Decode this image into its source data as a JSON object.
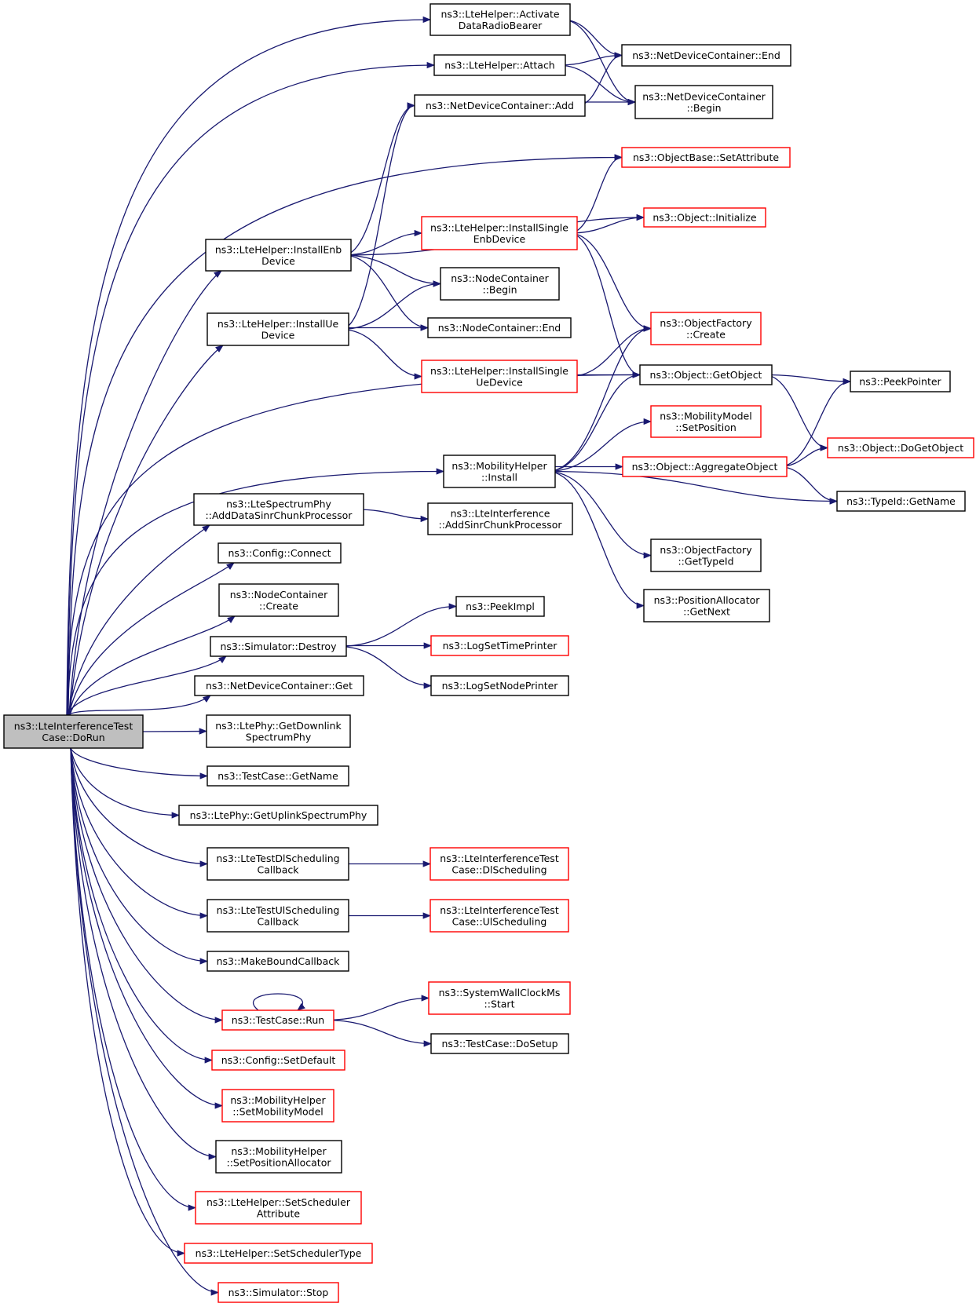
{
  "graph": {
    "edge_color": "#191970",
    "node_border_default": "#000000",
    "node_border_truncated": "#ff0000",
    "root_fill": "#bfbfbf",
    "nodes": [
      {
        "id": "root",
        "lines": [
          "ns3::LteInterferenceTest",
          "Case::DoRun"
        ],
        "style": "root"
      },
      {
        "id": "activate",
        "lines": [
          "ns3::LteHelper::Activate",
          "DataRadioBearer"
        ],
        "style": "black"
      },
      {
        "id": "attach",
        "lines": [
          "ns3::LteHelper::Attach"
        ],
        "style": "black"
      },
      {
        "id": "ndc_add",
        "lines": [
          "ns3::NetDeviceContainer::Add"
        ],
        "style": "black"
      },
      {
        "id": "ndc_end",
        "lines": [
          "ns3::NetDeviceContainer::End"
        ],
        "style": "black"
      },
      {
        "id": "ndc_begin",
        "lines": [
          "ns3::NetDeviceContainer",
          "::Begin"
        ],
        "style": "black"
      },
      {
        "id": "setattr",
        "lines": [
          "ns3::ObjectBase::SetAttribute"
        ],
        "style": "red"
      },
      {
        "id": "obj_init",
        "lines": [
          "ns3::Object::Initialize"
        ],
        "style": "red"
      },
      {
        "id": "install_enb",
        "lines": [
          "ns3::LteHelper::InstallEnb",
          "Device"
        ],
        "style": "black"
      },
      {
        "id": "install_single_enb",
        "lines": [
          "ns3::LteHelper::InstallSingle",
          "EnbDevice"
        ],
        "style": "red"
      },
      {
        "id": "nc_begin",
        "lines": [
          "ns3::NodeContainer",
          "::Begin"
        ],
        "style": "black"
      },
      {
        "id": "install_ue",
        "lines": [
          "ns3::LteHelper::InstallUe",
          "Device"
        ],
        "style": "black"
      },
      {
        "id": "nc_end",
        "lines": [
          "ns3::NodeContainer::End"
        ],
        "style": "black"
      },
      {
        "id": "objfactory_create",
        "lines": [
          "ns3::ObjectFactory",
          "::Create"
        ],
        "style": "red"
      },
      {
        "id": "install_single_ue",
        "lines": [
          "ns3::LteHelper::InstallSingle",
          "UeDevice"
        ],
        "style": "red"
      },
      {
        "id": "getobject",
        "lines": [
          "ns3::Object::GetObject"
        ],
        "style": "black"
      },
      {
        "id": "peekpointer",
        "lines": [
          "ns3::PeekPointer"
        ],
        "style": "black"
      },
      {
        "id": "setposition",
        "lines": [
          "ns3::MobilityModel",
          "::SetPosition"
        ],
        "style": "red"
      },
      {
        "id": "dogetobject",
        "lines": [
          "ns3::Object::DoGetObject"
        ],
        "style": "red"
      },
      {
        "id": "mob_install",
        "lines": [
          "ns3::MobilityHelper",
          "::Install"
        ],
        "style": "black"
      },
      {
        "id": "aggregate",
        "lines": [
          "ns3::Object::AggregateObject"
        ],
        "style": "red"
      },
      {
        "id": "typeid_getname",
        "lines": [
          "ns3::TypeId::GetName"
        ],
        "style": "black"
      },
      {
        "id": "adddatasinr",
        "lines": [
          "ns3::LteSpectrumPhy",
          "::AddDataSinrChunkProcessor"
        ],
        "style": "black"
      },
      {
        "id": "addsinr",
        "lines": [
          "ns3::LteInterference",
          "::AddSinrChunkProcessor"
        ],
        "style": "black"
      },
      {
        "id": "of_gettypeid",
        "lines": [
          "ns3::ObjectFactory",
          "::GetTypeId"
        ],
        "style": "black"
      },
      {
        "id": "config_connect",
        "lines": [
          "ns3::Config::Connect"
        ],
        "style": "black"
      },
      {
        "id": "pa_getnext",
        "lines": [
          "ns3::PositionAllocator",
          "::GetNext"
        ],
        "style": "black"
      },
      {
        "id": "nc_create",
        "lines": [
          "ns3::NodeContainer",
          "::Create"
        ],
        "style": "black"
      },
      {
        "id": "peekimpl",
        "lines": [
          "ns3::PeekImpl"
        ],
        "style": "black"
      },
      {
        "id": "sim_destroy",
        "lines": [
          "ns3::Simulator::Destroy"
        ],
        "style": "black"
      },
      {
        "id": "logtime",
        "lines": [
          "ns3::LogSetTimePrinter"
        ],
        "style": "red"
      },
      {
        "id": "lognode",
        "lines": [
          "ns3::LogSetNodePrinter"
        ],
        "style": "black"
      },
      {
        "id": "ndc_get",
        "lines": [
          "ns3::NetDeviceContainer::Get"
        ],
        "style": "black"
      },
      {
        "id": "getdownlink",
        "lines": [
          "ns3::LtePhy::GetDownlink",
          "SpectrumPhy"
        ],
        "style": "black"
      },
      {
        "id": "tc_getname",
        "lines": [
          "ns3::TestCase::GetName"
        ],
        "style": "black"
      },
      {
        "id": "getuplink",
        "lines": [
          "ns3::LtePhy::GetUplinkSpectrumPhy"
        ],
        "style": "black"
      },
      {
        "id": "dlcb",
        "lines": [
          "ns3::LteTestDlScheduling",
          "Callback"
        ],
        "style": "black"
      },
      {
        "id": "dlsched",
        "lines": [
          "ns3::LteInterferenceTest",
          "Case::DlScheduling"
        ],
        "style": "red"
      },
      {
        "id": "ulcb",
        "lines": [
          "ns3::LteTestUlScheduling",
          "Callback"
        ],
        "style": "black"
      },
      {
        "id": "ulsched",
        "lines": [
          "ns3::LteInterferenceTest",
          "Case::UlScheduling"
        ],
        "style": "red"
      },
      {
        "id": "makebound",
        "lines": [
          "ns3::MakeBoundCallback"
        ],
        "style": "black"
      },
      {
        "id": "swc_start",
        "lines": [
          "ns3::SystemWallClockMs",
          "::Start"
        ],
        "style": "red"
      },
      {
        "id": "tc_run",
        "lines": [
          "ns3::TestCase::Run"
        ],
        "style": "red"
      },
      {
        "id": "tc_dosetup",
        "lines": [
          "ns3::TestCase::DoSetup"
        ],
        "style": "black"
      },
      {
        "id": "config_setdefault",
        "lines": [
          "ns3::Config::SetDefault"
        ],
        "style": "red"
      },
      {
        "id": "setmobmodel",
        "lines": [
          "ns3::MobilityHelper",
          "::SetMobilityModel"
        ],
        "style": "red"
      },
      {
        "id": "setposalloc",
        "lines": [
          "ns3::MobilityHelper",
          "::SetPositionAllocator"
        ],
        "style": "black"
      },
      {
        "id": "setschedattr",
        "lines": [
          "ns3::LteHelper::SetScheduler",
          "Attribute"
        ],
        "style": "red"
      },
      {
        "id": "setschedtype",
        "lines": [
          "ns3::LteHelper::SetSchedulerType"
        ],
        "style": "red"
      },
      {
        "id": "sim_stop",
        "lines": [
          "ns3::Simulator::Stop"
        ],
        "style": "red"
      }
    ]
  }
}
